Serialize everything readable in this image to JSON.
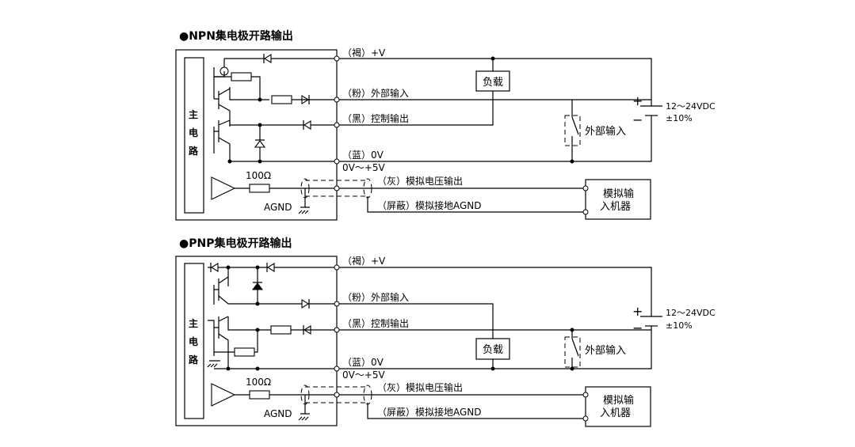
{
  "npn": {
    "title": "●NPN集电极开路输出",
    "brown": "（褐）+V",
    "pink": "（粉）外部输入",
    "black": "（黑）控制输出",
    "blue": "（蓝）0V",
    "range": "0V～+5V",
    "gray": "（灰）模拟电压输出",
    "shield": "（屏蔽）模拟接地AGND",
    "resistor": "100Ω",
    "agnd": "AGND",
    "main_circuit": [
      "主",
      "电",
      "路"
    ],
    "load": "负载",
    "ext_input": "外部输入",
    "plus": "+",
    "minus": "−",
    "supply": "12～24VDC",
    "tolerance": "±10%",
    "device": [
      "模拟输",
      "入机器"
    ]
  },
  "pnp": {
    "title": "●PNP集电极开路输出",
    "brown": "（褐）+V",
    "pink": "（粉）外部输入",
    "black": "（黑）控制输出",
    "blue": "（蓝）0V",
    "range": "0V～+5V",
    "gray": "（灰）模拟电压输出",
    "shield": "（屏蔽）模拟接地AGND",
    "resistor": "100Ω",
    "agnd": "AGND",
    "main_circuit": [
      "主",
      "电",
      "路"
    ],
    "load": "负载",
    "ext_input": "外部输入",
    "plus": "+",
    "minus": "−",
    "supply": "12～24VDC",
    "tolerance": "±10%",
    "device": [
      "模拟输",
      "入机器"
    ]
  }
}
